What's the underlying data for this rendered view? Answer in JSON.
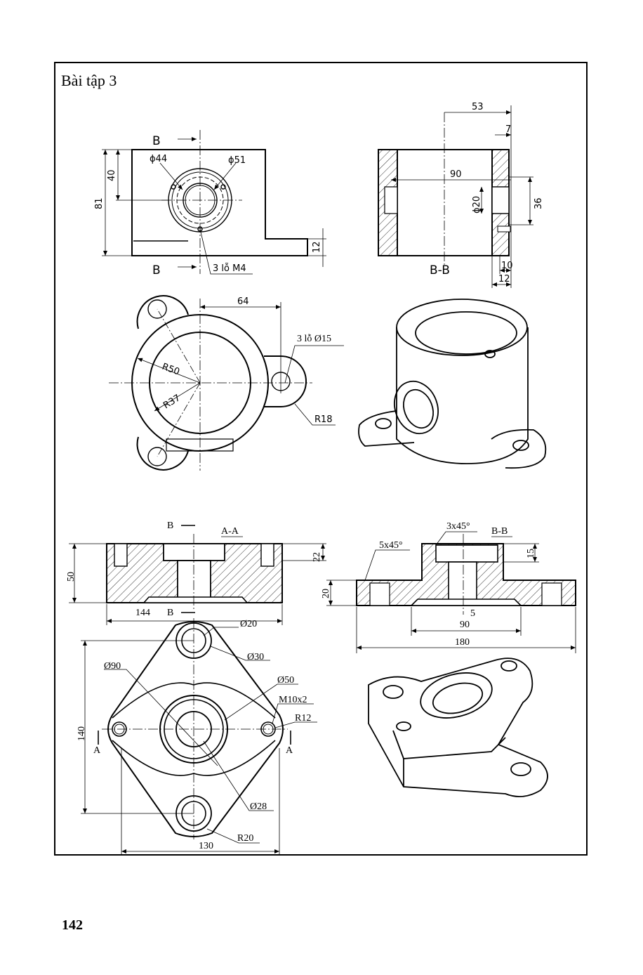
{
  "title": "Bài tập 3",
  "page_number": "142",
  "part1": {
    "front": {
      "section_mark_top": "B",
      "section_mark_bottom": "B",
      "d44": "ϕ44",
      "d51": "ϕ51",
      "h40": "40",
      "h81": "81",
      "h12": "12",
      "holes": "3 lỗ M4"
    },
    "section": {
      "w53": "53",
      "w7": "7",
      "w90": "90",
      "d20": "ϕ20",
      "h36": "36",
      "w10": "10",
      "w12": "12",
      "label": "B-B"
    },
    "top": {
      "w64": "64",
      "holes": "3 lỗ Ø15",
      "r50": "R50",
      "r37": "R37",
      "r18": "R18"
    }
  },
  "part2": {
    "section_aa": {
      "label": "A-A",
      "mark_top": "B",
      "mark_bottom": "B",
      "h50": "50",
      "h22": "22",
      "w144": "144"
    },
    "section_bb": {
      "label": "B-B",
      "chamfer_small": "3x45°",
      "chamfer_big": "5x45°",
      "h15": "15",
      "h20": "20",
      "w5": "5",
      "w90": "90",
      "w180": "180"
    },
    "plan": {
      "d20": "Ø20",
      "d30": "Ø30",
      "d90": "Ø90",
      "d50": "Ø50",
      "thread": "M10x2",
      "r12": "R12",
      "h140": "140",
      "d28": "Ø28",
      "w130": "130",
      "r20": "R20",
      "mark_left": "A",
      "mark_right": "A"
    }
  }
}
